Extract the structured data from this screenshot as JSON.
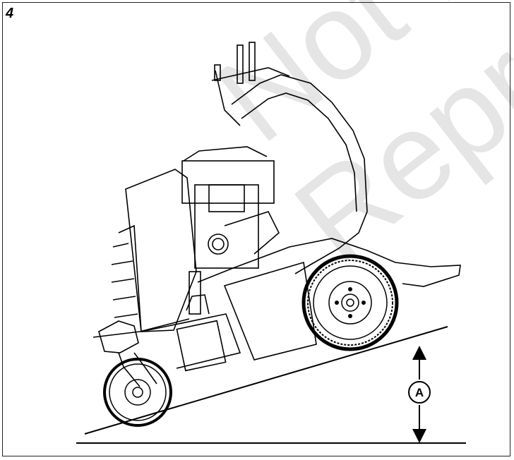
{
  "figure": {
    "number": "4",
    "callout": "A",
    "watermark_line1": "Not for",
    "watermark_line2": "Repr",
    "line_color": "#000000",
    "background": "#ffffff"
  }
}
